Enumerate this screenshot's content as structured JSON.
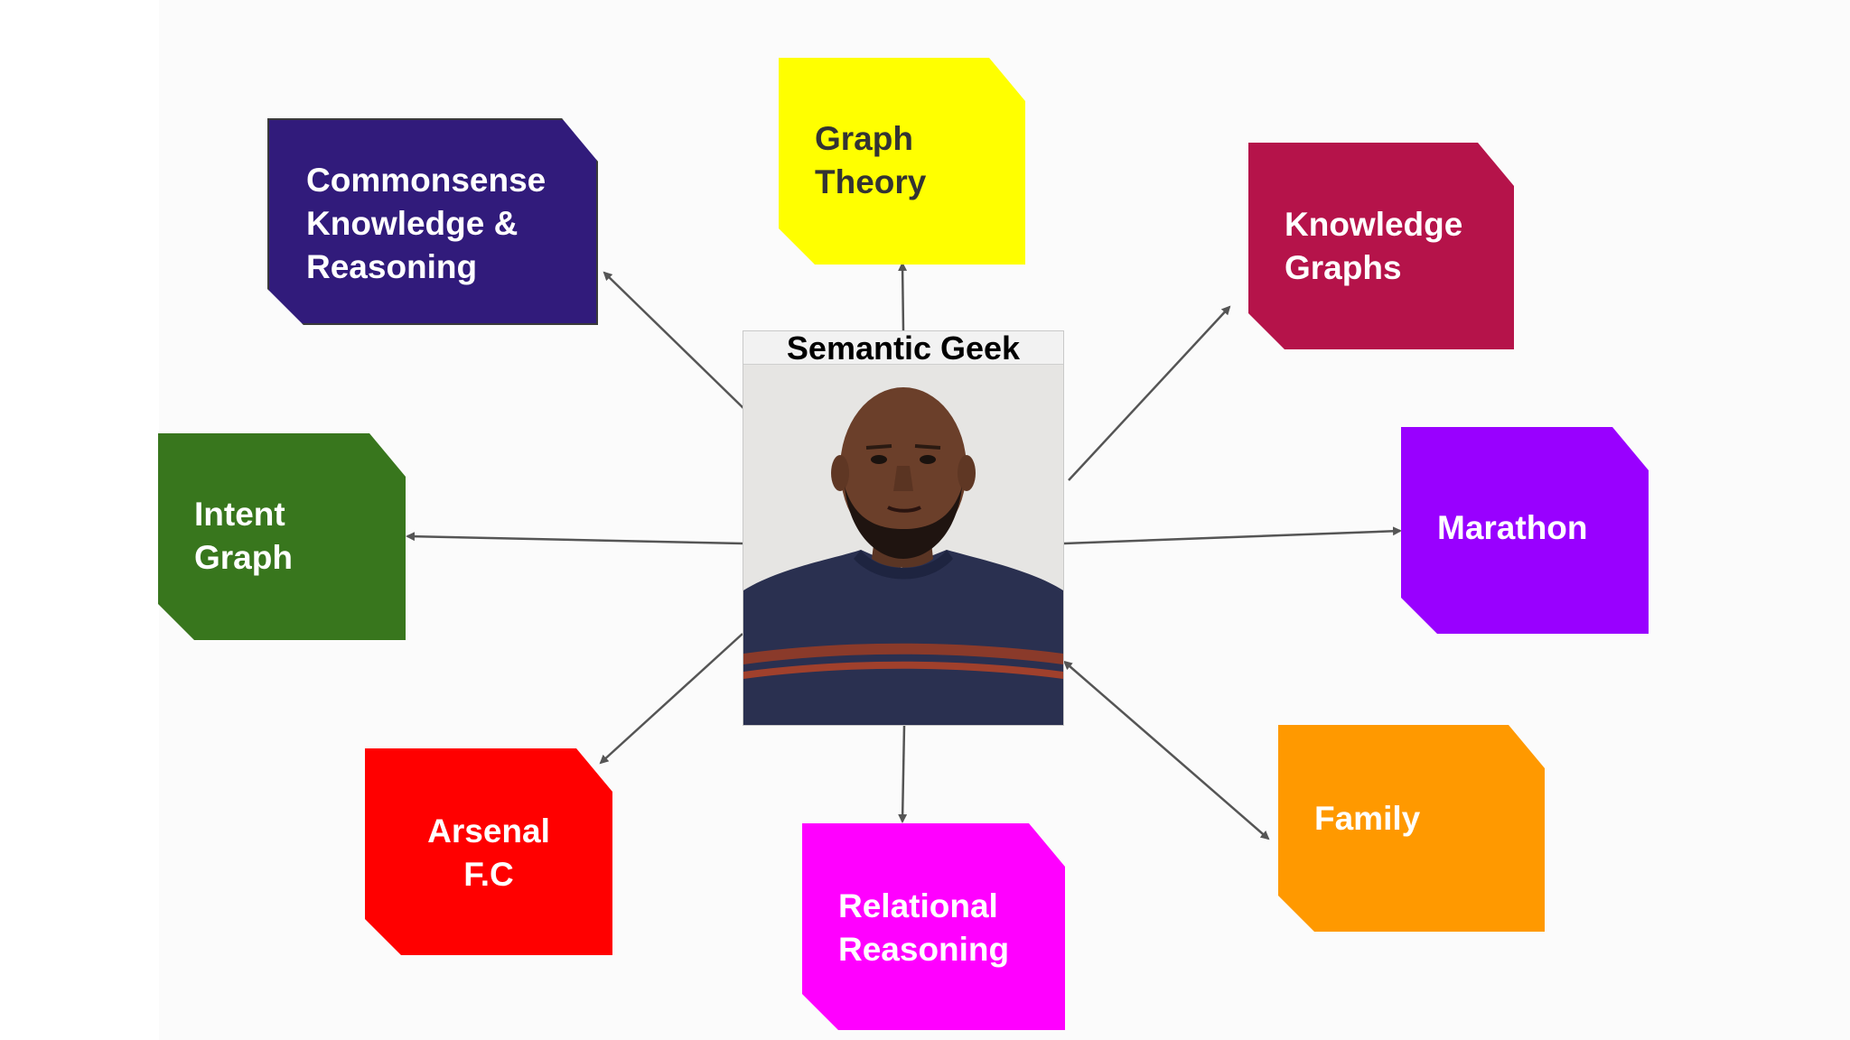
{
  "center": {
    "name": "Semantic Geek",
    "photo_icon": "person-portrait-icon"
  },
  "topics": [
    {
      "key": "commonsense",
      "lines": [
        "Commonsense",
        "Knowledge &",
        "Reasoning"
      ],
      "color": "#311b7b"
    },
    {
      "key": "graph-theory",
      "lines": [
        "Graph",
        "Theory"
      ],
      "color": "#ffff00",
      "text_color": "#333333"
    },
    {
      "key": "knowledge-graphs",
      "lines": [
        "Knowledge",
        "Graphs"
      ],
      "color": "#b5134a"
    },
    {
      "key": "intent-graph",
      "lines": [
        "Intent",
        "Graph"
      ],
      "color": "#38761d"
    },
    {
      "key": "marathon",
      "lines": [
        "Marathon"
      ],
      "color": "#9900ff"
    },
    {
      "key": "arsenal",
      "lines": [
        "Arsenal",
        "F.C"
      ],
      "color": "#ff0000"
    },
    {
      "key": "relational-reasoning",
      "lines": [
        "Relational",
        "Reasoning"
      ],
      "color": "#ff00ff"
    },
    {
      "key": "family",
      "lines": [
        "Family"
      ],
      "color": "#ff9900"
    }
  ]
}
